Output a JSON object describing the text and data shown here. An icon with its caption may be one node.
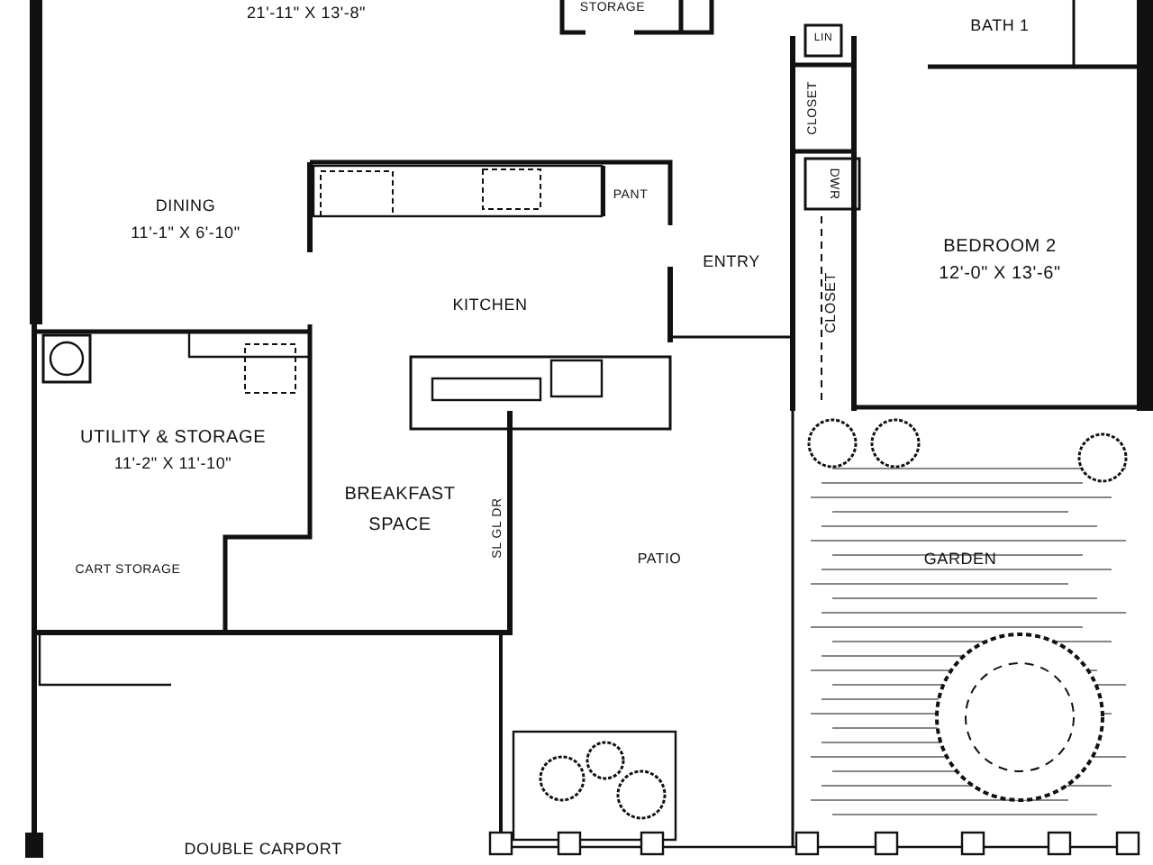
{
  "diagram": {
    "labels": [
      "21'-11\" X 13'-8\"",
      "STORAGE",
      "LIN",
      "BATH 1",
      "CLOSET",
      "DINING",
      "11'-1\" X 6'-10\"",
      "PANT",
      "ENTRY",
      "DWR",
      "BEDROOM 2",
      "12'-0\" X 13'-6\"",
      "CLOSET",
      "KITCHEN",
      "UTILITY & STORAGE",
      "11'-2\" X 11'-10\"",
      "BREAKFAST SPACE",
      "SL GL DR",
      "PATIO",
      "GARDEN",
      "CART STORAGE",
      "DOUBLE CARPORT"
    ]
  }
}
